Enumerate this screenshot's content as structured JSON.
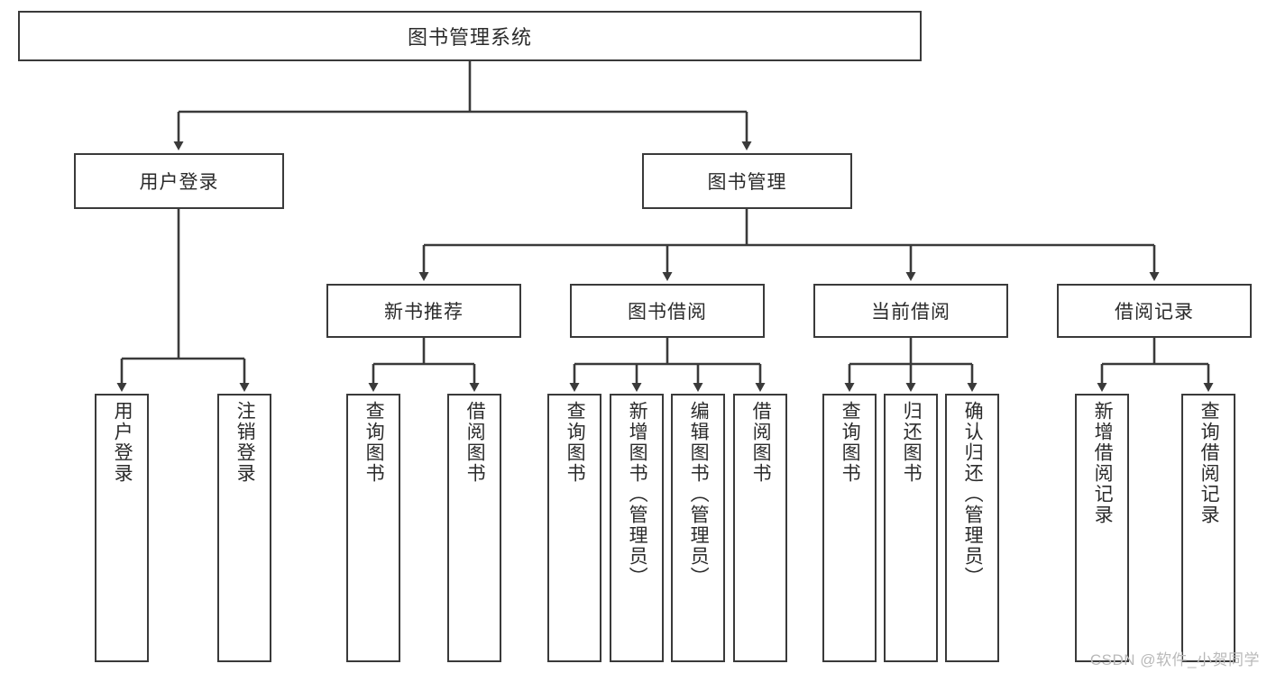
{
  "diagram": {
    "title": "图书管理系统",
    "type": "tree-hierarchy-diagram",
    "colors": {
      "box_border": "#3a3a3a",
      "box_fill": "#ffffff",
      "text": "#2b2b2b",
      "connector": "#3a3a3a",
      "watermark": "#b9b9b9",
      "background": "#ffffff"
    },
    "watermark": "CSDN @软件_小贺同学",
    "levels": {
      "level1": {
        "label": "图书管理系统"
      },
      "level2": [
        {
          "label": "用户登录"
        },
        {
          "label": "图书管理"
        }
      ],
      "level3": [
        {
          "label": "新书推荐"
        },
        {
          "label": "图书借阅"
        },
        {
          "label": "当前借阅"
        },
        {
          "label": "借阅记录"
        }
      ],
      "level4": {
        "under_user_login": [
          {
            "label": "用户登录"
          },
          {
            "label": "注销登录"
          }
        ],
        "under_new_book_recommend": [
          {
            "label": "查询图书"
          },
          {
            "label": "借阅图书"
          }
        ],
        "under_book_borrow": [
          {
            "label": "查询图书"
          },
          {
            "label": "新增图书（管理员）"
          },
          {
            "label": "编辑图书（管理员）"
          },
          {
            "label": "借阅图书"
          }
        ],
        "under_current_borrow": [
          {
            "label": "查询图书"
          },
          {
            "label": "归还图书"
          },
          {
            "label": "确认归还（管理员）"
          }
        ],
        "under_borrow_record": [
          {
            "label": "新增借阅记录"
          },
          {
            "label": "查询借阅记录"
          }
        ]
      }
    }
  }
}
